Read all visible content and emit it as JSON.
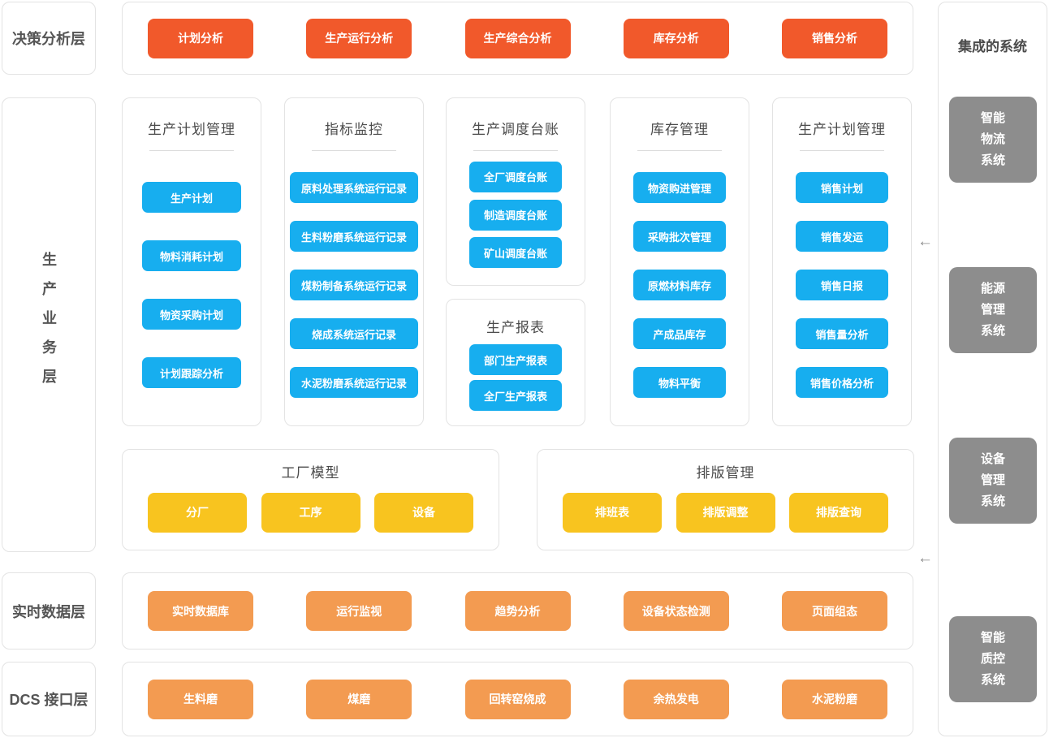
{
  "colors": {
    "red": "#F1592B",
    "blue": "#17AEEF",
    "yellow": "#F8C41F",
    "orange": "#F39B51",
    "gray": "#8D8D8D"
  },
  "icons": {
    "left_arrow": "←"
  },
  "layers": [
    {
      "label": "决策分析层"
    },
    {
      "label": "生产业务层"
    },
    {
      "label": "实时数据层"
    },
    {
      "label": "DCS 接口层"
    }
  ],
  "decision_row": {
    "buttons": [
      "计划分析",
      "生产运行分析",
      "生产综合分析",
      "库存分析",
      "销售分析"
    ]
  },
  "business_panels": [
    {
      "title": "生产计划管理",
      "buttons": [
        "生产计划",
        "物料消耗计划",
        "物资采购计划",
        "计划跟踪分析"
      ]
    },
    {
      "title": "指标监控",
      "buttons": [
        "原料处理系统运行记录",
        "生料粉磨系统运行记录",
        "煤粉制备系统运行记录",
        "烧成系统运行记录",
        "水泥粉磨系统运行记录"
      ]
    },
    {
      "title": "生产调度台账",
      "buttons": [
        "全厂调度台账",
        "制造调度台账",
        "矿山调度台账"
      ]
    },
    {
      "title": "生产报表",
      "buttons": [
        "部门生产报表",
        "全厂生产报表"
      ]
    },
    {
      "title": "库存管理",
      "buttons": [
        "物资购进管理",
        "采购批次管理",
        "原燃材料库存",
        "产成品库存",
        "物料平衡"
      ]
    },
    {
      "title": "生产计划管理",
      "buttons": [
        "销售计划",
        "销售发运",
        "销售日报",
        "销售量分析",
        "销售价格分析"
      ]
    }
  ],
  "model_panels": [
    {
      "title": "工厂模型",
      "buttons": [
        "分厂",
        "工序",
        "设备"
      ]
    },
    {
      "title": "排版管理",
      "buttons": [
        "排班表",
        "排版调整",
        "排版查询"
      ]
    }
  ],
  "realtime_row": {
    "buttons": [
      "实时数据库",
      "运行监视",
      "趋势分析",
      "设备状态检测",
      "页面组态"
    ]
  },
  "dcs_row": {
    "buttons": [
      "生料磨",
      "煤磨",
      "回转窑烧成",
      "余热发电",
      "水泥粉磨"
    ]
  },
  "integrated": {
    "title": "集成的系统",
    "systems": [
      "智能\n物流\n系统",
      "能源\n管理\n系统",
      "设备\n管理\n系统",
      "智能\n质控\n系统"
    ]
  }
}
